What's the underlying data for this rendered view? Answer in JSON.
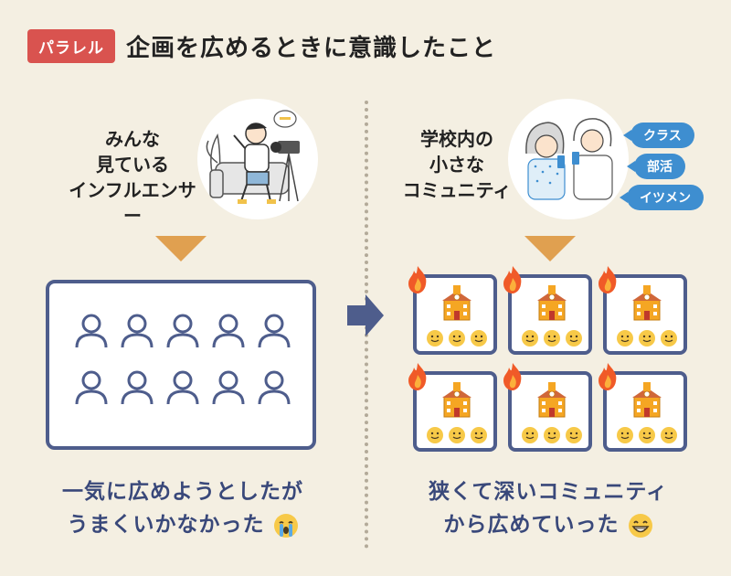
{
  "header": {
    "tag": "パラレル",
    "title": "企画を広めるときに意識したこと"
  },
  "left": {
    "caption_lines": [
      "みんな",
      "見ている",
      "インフルエンサー"
    ],
    "bottom_lines": [
      "一気に広めようとしたが",
      "うまくいかなかった"
    ],
    "bottom_emoji": "crying-face-icon"
  },
  "right": {
    "caption_lines": [
      "学校内の",
      "小さな",
      "コミュニティ"
    ],
    "tags": [
      "クラス",
      "部活",
      "イツメン"
    ],
    "bottom_lines": [
      "狭くて深いコミュニティ",
      "から広めていった"
    ],
    "bottom_emoji": "grinning-face-icon"
  },
  "colors": {
    "background": "#f4efe2",
    "tag": "#d9534f",
    "frame": "#4e5d8c",
    "arrow_down": "#e0a050",
    "tag_bubble": "#3e8ed0",
    "bottom_text": "#39487a"
  }
}
